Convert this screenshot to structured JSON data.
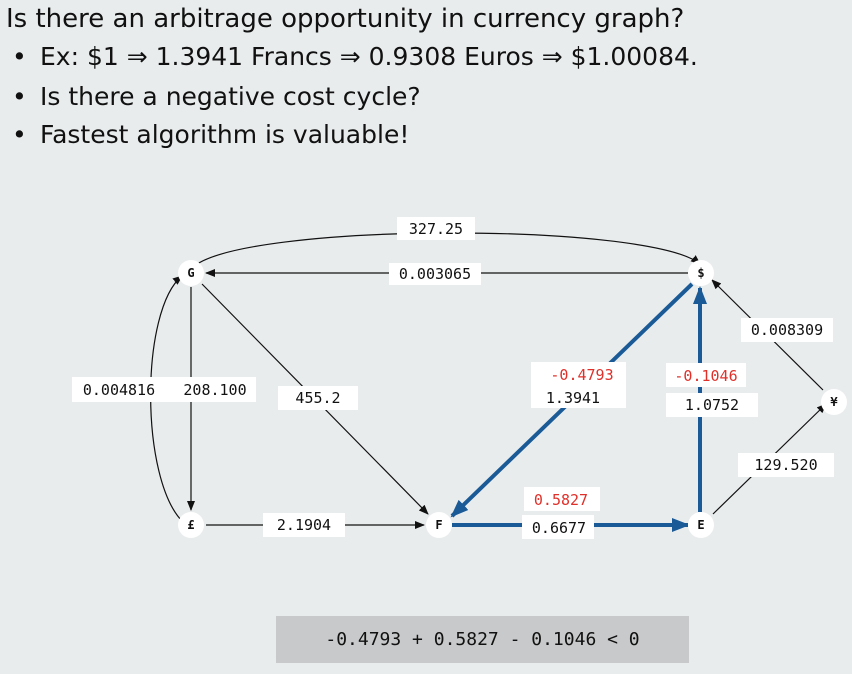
{
  "title": "Is there an arbitrage opportunity in currency graph?",
  "bullets": [
    "Ex:  $1  ⇒  1.3941 Francs ⇒  0.9308 Euros  ⇒  $1.00084.",
    "Is there a negative cost cycle?",
    "Fastest algorithm is valuable!"
  ],
  "bullet_symbol": "•",
  "nodes": {
    "G": "G",
    "dollar": "$",
    "pound": "£",
    "F": "F",
    "E": "E",
    "yen": "¥"
  },
  "edges": {
    "g_to_dollar_top": "327.25",
    "dollar_to_g": "0.003065",
    "g_pound_left": "0.004816",
    "g_pound_right": "208.100",
    "g_to_f": "455.2",
    "pound_to_f": "2.1904",
    "dollar_to_f_log": "-0.4793",
    "dollar_to_f": "1.3941",
    "f_to_e_log": "0.5827",
    "f_to_e": "0.6677",
    "e_to_dollar_log": "-0.1046",
    "e_to_dollar": "1.0752",
    "yen_to_dollar": "0.008309",
    "e_to_yen": "129.520"
  },
  "formula": "-0.4793 + 0.5827 - 0.1046 < 0",
  "colors": {
    "highlight_edge": "#1a5a96",
    "log_label": "#e0302a",
    "background": "#e9eced",
    "formula_box": "#c8c9ca"
  }
}
